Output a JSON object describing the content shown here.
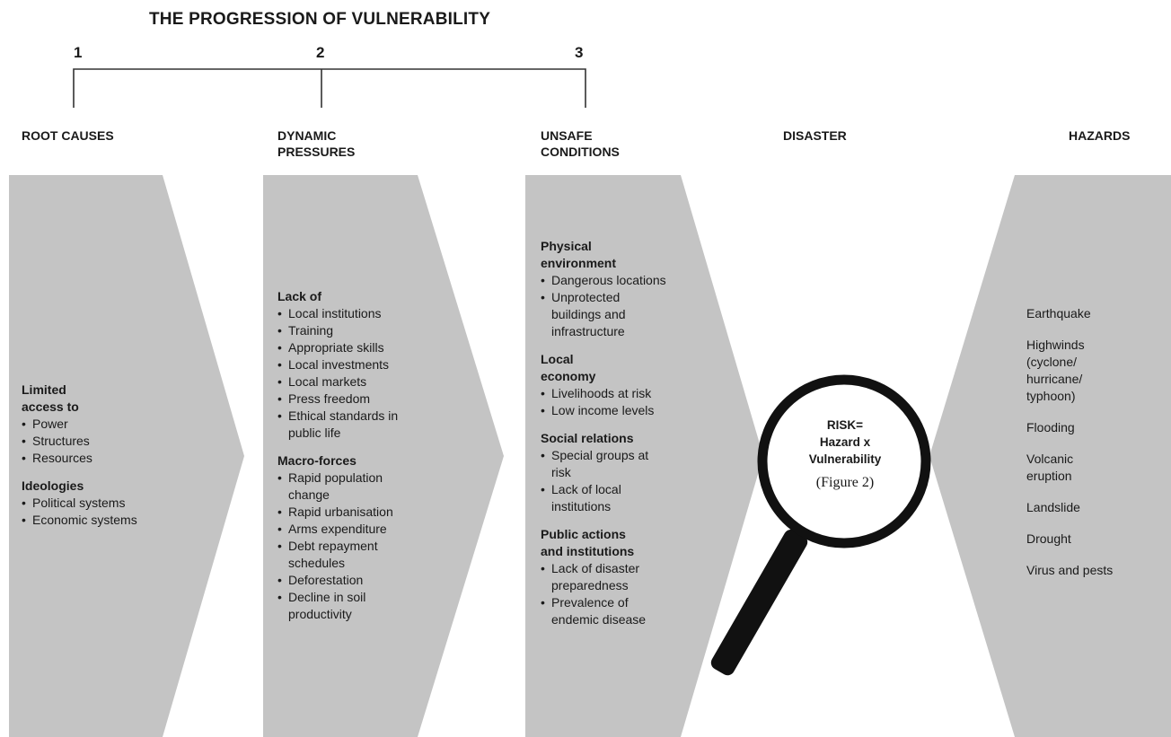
{
  "title": "THE PROGRESSION OF VULNERABILITY",
  "stage_numbers": [
    "1",
    "2",
    "3"
  ],
  "columns": {
    "root_causes": {
      "heading": "ROOT CAUSES",
      "groups": [
        {
          "heading": "Limited access to",
          "items": [
            "Power",
            "Structures",
            "Resources"
          ]
        },
        {
          "heading": "Ideologies",
          "items": [
            "Political systems",
            "Economic systems"
          ]
        }
      ]
    },
    "dynamic_pressures": {
      "heading_line1": "DYNAMIC",
      "heading_line2": "PRESSURES",
      "groups": [
        {
          "heading": "Lack of",
          "items": [
            "Local institutions",
            "Training",
            "Appropriate skills",
            "Local investments",
            "Local markets",
            "Press freedom",
            "Ethical standards in public life"
          ]
        },
        {
          "heading": "Macro-forces",
          "items": [
            "Rapid population change",
            "Rapid urbanisation",
            "Arms expenditure",
            "Debt repayment schedules",
            "Deforestation",
            "Decline in soil productivity"
          ]
        }
      ]
    },
    "unsafe_conditions": {
      "heading_line1": "UNSAFE",
      "heading_line2": "CONDITIONS",
      "groups": [
        {
          "heading": "Physical environment",
          "items": [
            "Dangerous locations",
            "Unprotected buildings and infrastructure"
          ]
        },
        {
          "heading": "Local economy",
          "items": [
            "Livelihoods at risk",
            "Low income levels"
          ]
        },
        {
          "heading": "Social relations",
          "items": [
            "Special groups at risk",
            "Lack of local institutions"
          ]
        },
        {
          "heading": "Public actions and institutions",
          "items": [
            "Lack of disaster preparedness",
            "Prevalence of endemic disease"
          ]
        }
      ]
    },
    "disaster": {
      "heading": "DISASTER",
      "risk_line1": "RISK=",
      "risk_line2": "Hazard x",
      "risk_line3": "Vulnerability",
      "figure_ref": "(Figure 2)"
    },
    "hazards": {
      "heading": "HAZARDS",
      "items": [
        "Earthquake",
        "Highwinds (cyclone/ hurricane/ typhoon)",
        "Flooding",
        "Volcanic eruption",
        "Landslide",
        "Drought",
        "Virus and pests"
      ]
    }
  },
  "colors": {
    "panel": "#c4c4c4",
    "lens_ring": "#111111",
    "bracket": "#333333"
  }
}
